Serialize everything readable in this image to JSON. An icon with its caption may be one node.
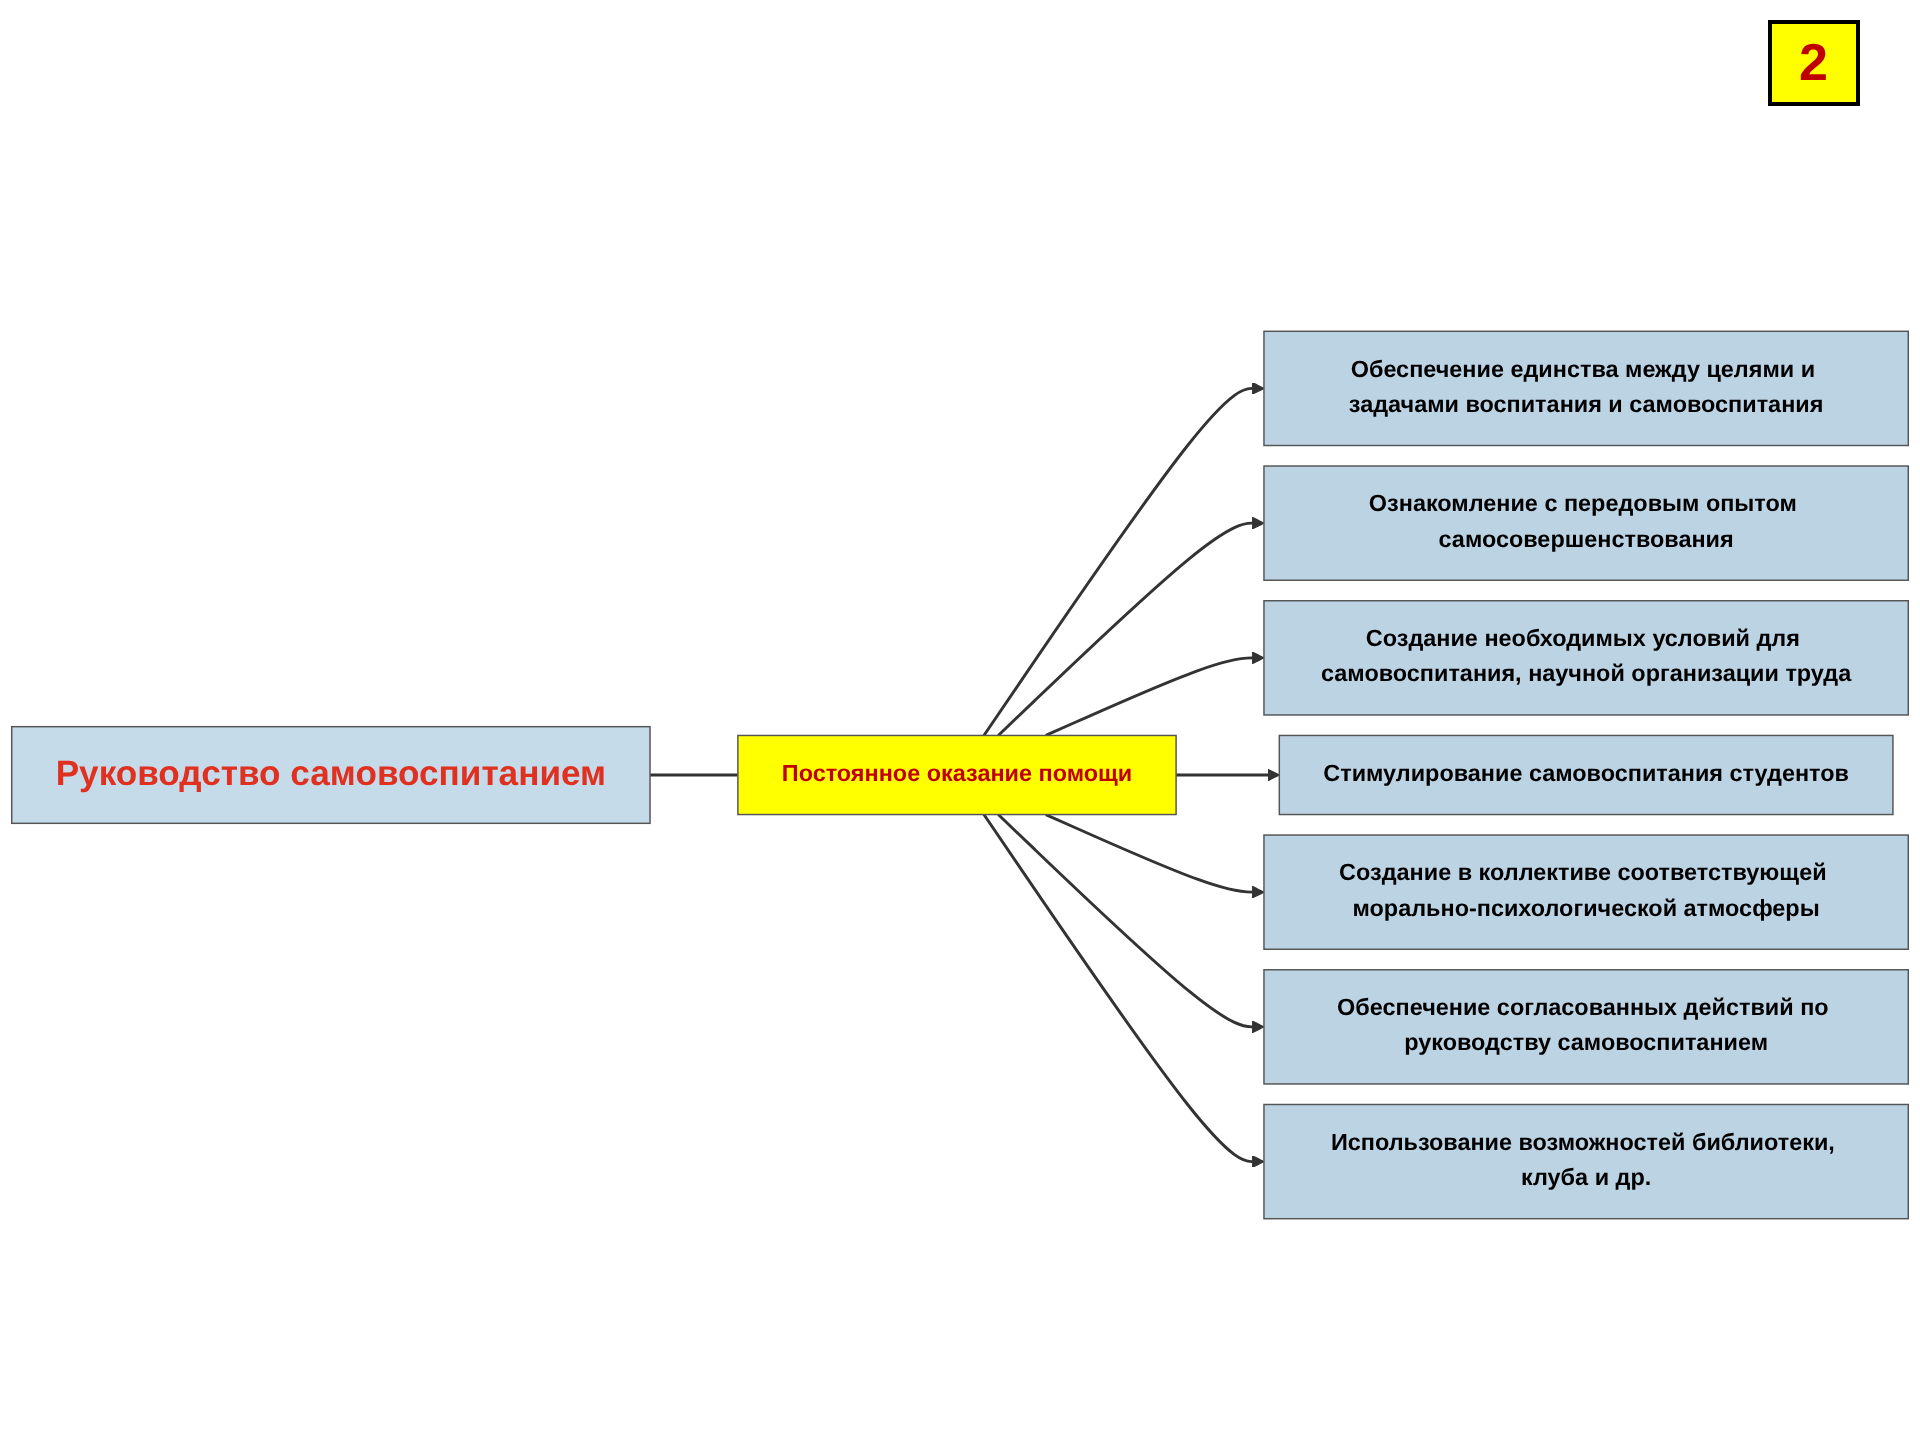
{
  "diagram": {
    "nodes": [
      {
        "text": [
          "Руководство самовоспитанием"
        ]
      },
      {
        "text": [
          "Постоянное оказание помощи"
        ]
      },
      {
        "text": [
          "Обеспечение единства между целями и задачами воспитания и самовоспитания"
        ]
      },
      {
        "text": [
          "Ознакомление с передовым опытом самосовершенствования"
        ]
      },
      {
        "text": [
          "Создание необходимых условий для самовоспитания, научной организации труда"
        ]
      },
      {
        "text": [
          "Стимулирование самовоспитания студентов"
        ]
      },
      {
        "text": [
          "Создание в коллективе соответствующей морально-психологической атмосферы"
        ]
      },
      {
        "text": [
          "Обеспечение согласованных действий по руководству самовоспитанием"
        ]
      },
      {
        "text": [
          "Использование возможностей библиотеки, клуба и др."
        ]
      }
    ],
    "edges": [
      {
        "from": 0,
        "to": 1,
        "arrow": "none"
      },
      {
        "from": 1,
        "to": 2,
        "arrow": "to"
      },
      {
        "from": 1,
        "to": 3,
        "arrow": "to"
      },
      {
        "from": 1,
        "to": 4,
        "arrow": "to"
      },
      {
        "from": 1,
        "to": 5,
        "arrow": "to"
      },
      {
        "from": 1,
        "to": 6,
        "arrow": "to"
      },
      {
        "from": 1,
        "to": 7,
        "arrow": "to"
      },
      {
        "from": 1,
        "to": 8,
        "arrow": "to"
      }
    ],
    "labels": [
      "2"
    ]
  }
}
